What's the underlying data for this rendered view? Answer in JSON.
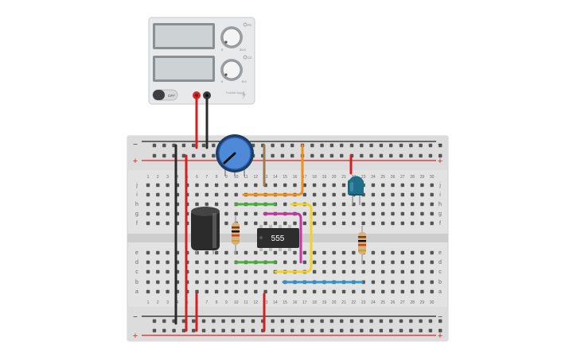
{
  "power_supply": {
    "switch_label": "OFF",
    "knob1_labels": {
      "min": "0",
      "max": "20.0",
      "mode": "PC"
    },
    "knob2_labels": {
      "min": "0",
      "max": "5.0",
      "mode": "CC"
    },
    "brand": "Portable Supply",
    "accent_color": "#c9cccf"
  },
  "breadboard": {
    "columns": [
      "1",
      "2",
      "3",
      "4",
      "5",
      "6",
      "7",
      "8",
      "9",
      "10",
      "11",
      "12",
      "13",
      "14",
      "15",
      "16",
      "17",
      "18",
      "19",
      "20",
      "21",
      "22",
      "23",
      "24",
      "25",
      "26",
      "27",
      "28",
      "29",
      "30"
    ],
    "rows_top": [
      "j",
      "i",
      "h",
      "g",
      "f"
    ],
    "rows_bottom": [
      "e",
      "d",
      "c",
      "b",
      "a"
    ],
    "rail_plus": "+",
    "rail_minus": "−",
    "rail_red": "#d02525",
    "rail_black": "#222222"
  },
  "ic": {
    "label": "555"
  },
  "wire_colors": {
    "red": "#d32020",
    "black": "#2a2a2a",
    "orange": "#f0901a",
    "green": "#46b23a",
    "magenta": "#c833a8",
    "yellow": "#f2d324",
    "blue": "#2b9ad6",
    "brown": "#9c7a55"
  },
  "led_color": "#1f6e8a",
  "potentiometer_color": "#4f8ad8"
}
